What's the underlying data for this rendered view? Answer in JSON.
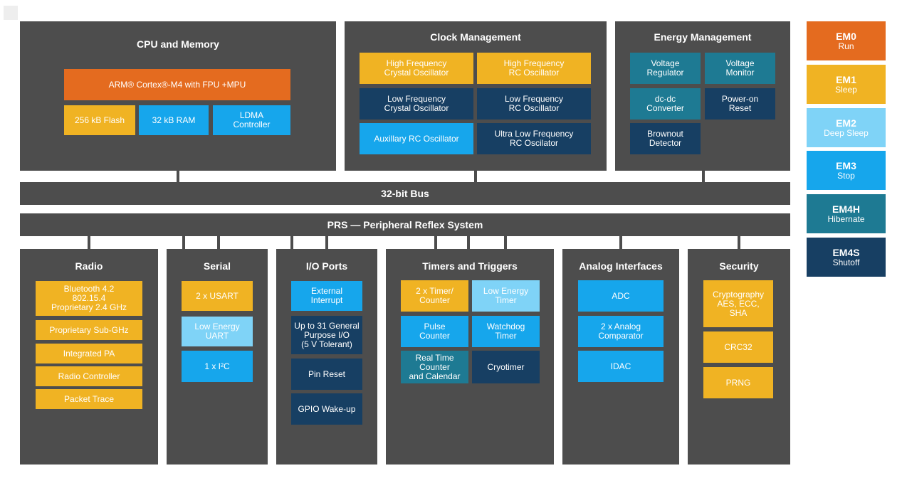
{
  "colors": {
    "panel": "#4d4d4d",
    "orange": "#e46b1f",
    "gold": "#f0b323",
    "lightblue": "#7fd3f7",
    "blue": "#16a6ec",
    "teal": "#1e7a93",
    "navy": "#173f63"
  },
  "cpu": {
    "title": "CPU and Memory",
    "core": "ARM® Cortex®-M4 with FPU +MPU",
    "flash": "256 kB Flash",
    "ram": "32 kB RAM",
    "ldma": "LDMA\nController"
  },
  "clock": {
    "title": "Clock Management",
    "hfxo": "High Frequency\nCrystal Oscillator",
    "hfrco": "High Frequency\nRC Oscillator",
    "lfxo": "Low Frequency\nCrystal Oscillator",
    "lfrco": "Low Frequency\nRC Oscillator",
    "auxrco": "Auxillary RC Oscillator",
    "ulfrco": "Ultra Low Frequency\nRC Oscilator"
  },
  "energy": {
    "title": "Energy Management",
    "vreg": "Voltage\nRegulator",
    "vmon": "Voltage\nMonitor",
    "dcdc": "dc-dc\nConverter",
    "por": "Power-on\nReset",
    "bod": "Brownout\nDetector"
  },
  "bus": {
    "label": "32-bit Bus"
  },
  "prs": {
    "label": "PRS — Peripheral Reflex System"
  },
  "radio": {
    "title": "Radio",
    "bt": "Bluetooth 4.2\n802.15.4\nProprietary 2.4 GHz",
    "subghz": "Proprietary Sub-GHz",
    "pa": "Integrated PA",
    "ctrl": "Radio Controller",
    "trace": "Packet Trace"
  },
  "serial": {
    "title": "Serial",
    "usart": "2 x USART",
    "leuart": "Low Energy\nUART",
    "i2c": "1 x I²C"
  },
  "io": {
    "title": "I/O Ports",
    "extint": "External\nInterrupt",
    "gpio": "Up to 31 General\nPurpose I/O\n(5 V Tolerant)",
    "pinreset": "Pin Reset",
    "wakeup": "GPIO Wake-up"
  },
  "timers": {
    "title": "Timers and Triggers",
    "timer": "2 x Timer/\nCounter",
    "letimer": "Low Energy\nTimer",
    "pcnt": "Pulse\nCounter",
    "wdog": "Watchdog\nTimer",
    "rtcc": "Real Time\nCounter\nand Calendar",
    "cryo": "Cryotimer"
  },
  "analog": {
    "title": "Analog Interfaces",
    "adc": "ADC",
    "acmp": "2 x Analog\nComparator",
    "idac": "IDAC"
  },
  "security": {
    "title": "Security",
    "crypto": "Cryptography\nAES, ECC,\nSHA",
    "crc": "CRC32",
    "prng": "PRNG"
  },
  "modes": [
    {
      "name": "EM0",
      "sub": "Run"
    },
    {
      "name": "EM1",
      "sub": "Sleep"
    },
    {
      "name": "EM2",
      "sub": "Deep Sleep"
    },
    {
      "name": "EM3",
      "sub": "Stop"
    },
    {
      "name": "EM4H",
      "sub": "Hibernate"
    },
    {
      "name": "EM4S",
      "sub": "Shutoff"
    }
  ]
}
